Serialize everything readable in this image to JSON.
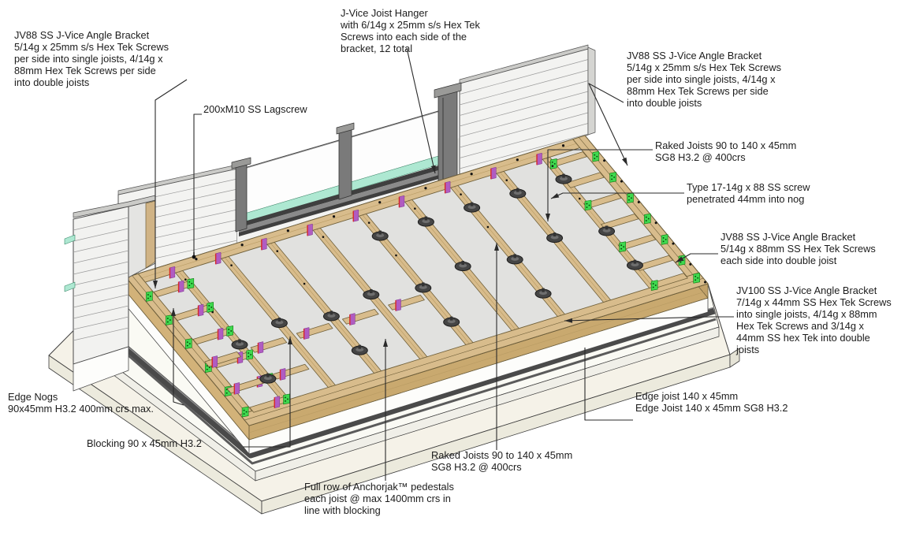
{
  "title": "Deck framing annotation diagram",
  "colors": {
    "timber": "#d8bc8c",
    "timber_face": "#c9a96f",
    "timber_face_left": "#d2b279",
    "timber_edge": "#70603a",
    "timber_grain": "#b89b63",
    "panel": "#e1e1df",
    "wall": "#f3f3f1",
    "wall_line": "#9b9b9b",
    "wall_cap": "#cbcbc8",
    "wall_trim": "#d5d5d2",
    "frame_gray": "#7a7a7a",
    "frame_cap": "#9a9a98",
    "frame_dark": "#3f3f3f",
    "sill_mid": "#8a8a8a",
    "glass": "#fdfdfd",
    "glass_teal": "#aee8d2",
    "teal_edge": "#3a8a6a",
    "bracket_green": "#3fd94f",
    "bracket_green_edge": "#117a11",
    "bracket_dot": "#063e06",
    "blocking_magenta": "#b05cc2",
    "blocking_magenta_edge": "#7a3390",
    "blocking_red": "#d62828",
    "pedestal": "#454545",
    "pedestal_dark": "#1e1e1e",
    "pedestal_core": "#6e6e6e",
    "fascia": "#fdfdfb",
    "step_top": "#fafaf4",
    "step_face": "#f0efe8",
    "base_top": "#f5f2e8",
    "base_face": "#eceadd",
    "gutter": "#4a4a4a",
    "gutter_light": "#8e8e8e",
    "outline": "#3c3c3c",
    "leader": "#2a2a2a",
    "screw_black": "#111111"
  },
  "structure": {
    "joist_count": 11,
    "bay_count": 10,
    "left_nog_positions": [
      0.14,
      0.3,
      0.46,
      0.62,
      0.78,
      0.92
    ],
    "right_nog_positions": [
      0.1,
      0.24,
      0.38,
      0.52,
      0.66,
      0.8,
      0.92
    ],
    "mid_blocking_bays": [
      0,
      1,
      2,
      3,
      4
    ],
    "mid_blocking_depth": 0.6,
    "low_blocking_bays": [
      0,
      1
    ],
    "low_blocking_depth": 0.78,
    "pedestal_mid_row_depth": 0.5,
    "pedestal_front_row_depth": 0.78,
    "pedestal_wall_row_depth": 0.2,
    "cladding_line_count_left": 7,
    "cladding_line_count_right": 8
  },
  "labels": {
    "jv88_left": "JV88 SS J-Vice Angle Bracket\n5/14g x 25mm s/s Hex Tek Screws\nper side into single joists, 4/14g x\n88mm Hex Tek Screws per side\ninto double joists",
    "joist_hanger": "J-Vice Joist Hanger\nwith 6/14g x 25mm s/s Hex Tek\nScrews into each side of the\nbracket, 12 total",
    "lagscrew": "200xM10 SS Lagscrew",
    "jv88_right": "JV88 SS J-Vice Angle Bracket\n5/14g x 25mm s/s Hex Tek Screws\nper side into single joists, 4/14g x\n88mm Hex Tek Screws per side\ninto double joists",
    "raked_top": "Raked Joists 90 to 140 x 45mm\nSG8 H3.2 @ 400crs",
    "type17": "Type 17-14g x 88 SS screw\npenetrated 44mm into nog",
    "jv88_double": "JV88 SS J-Vice Angle Bracket\n5/14g x 88mm SS Hex Tek Screws\neach side into double joist",
    "jv100": "JV100 SS J-Vice Angle Bracket\n7/14g x 44mm SS Hex Tek Screws\ninto single joists, 4/14g x 88mm\nHex Tek Screws and 3/14g x\n44mm SS hex Tek into double\njoists",
    "edge_joist": "Edge joist 140 x 45mm\nEdge Joist 140 x 45mm SG8  H3.2",
    "edge_nogs": "Edge Nogs\n90x45mm H3.2 400mm crs max.",
    "blocking": "Blocking 90 x 45mm H3.2",
    "raked_bottom": "Raked Joists 90 to 140 x 45mm\nSG8 H3.2 @ 400crs",
    "anchorjak": "Full row of Anchorjak™ pedestals\neach joist @ max 1400mm crs in\nline with blocking"
  }
}
